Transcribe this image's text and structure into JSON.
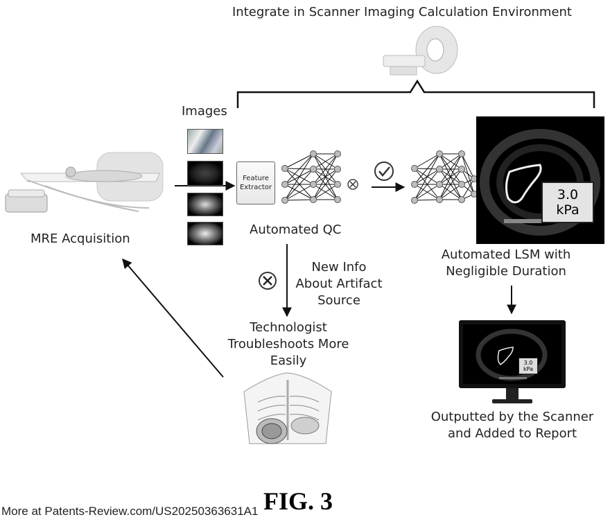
{
  "header": {
    "title": "Integrate in Scanner Imaging Calculation Environment"
  },
  "labels": {
    "images": "Images",
    "mre_acquisition": "MRE Acquisition",
    "automated_qc": "Automated QC",
    "feature_extractor_line1": "Feature",
    "feature_extractor_line2": "Extractor",
    "lsm_line1": "Automated LSM with",
    "lsm_line2": "Negligible Duration",
    "new_info_line1": "New Info",
    "new_info_line2": "About Artifact",
    "new_info_line3": "Source",
    "tech_line1": "Technologist",
    "tech_line2": "Troubleshoots More",
    "tech_line3": "Easily",
    "output_line1": "Outputted by the Scanner",
    "output_line2": "and Added to Report"
  },
  "stiffness": {
    "value": "3.0",
    "unit": "kPa"
  },
  "figure_label": "FIG. 3",
  "footer": "More at Patents-Review.com/US20250363631A1",
  "colors": {
    "line": "#111111",
    "node_fill": "#bdbdbd",
    "node_stroke": "#555555"
  }
}
